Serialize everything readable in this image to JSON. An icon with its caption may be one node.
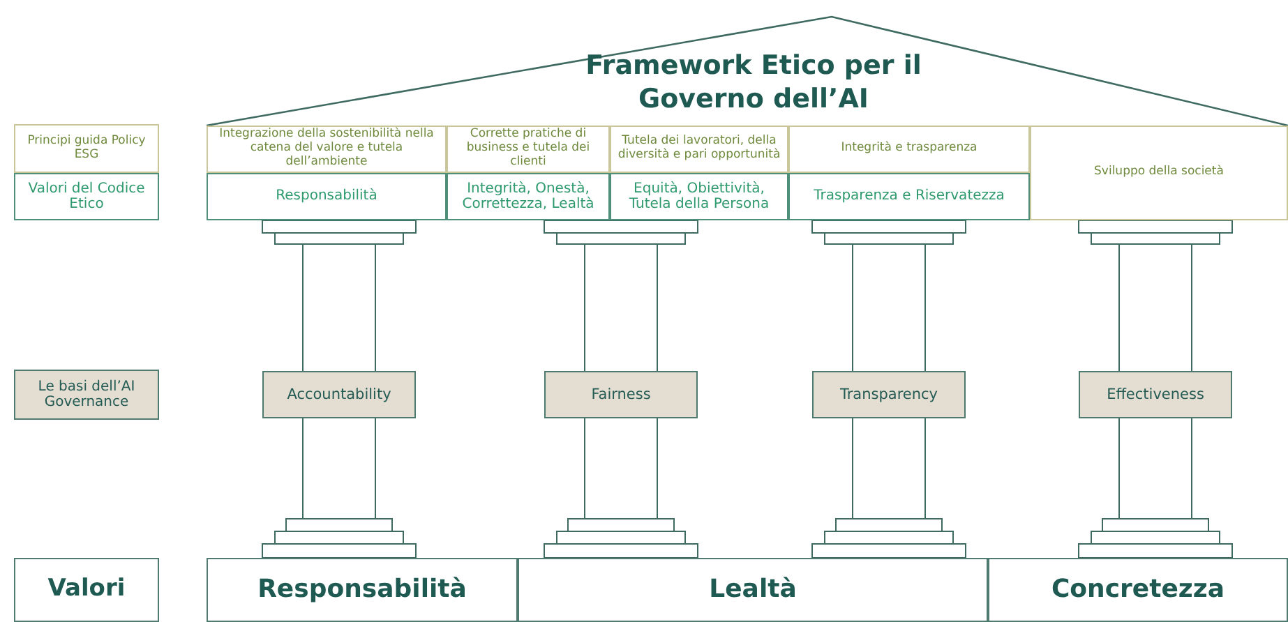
{
  "diagram": {
    "title": "Framework Etico per il Governo dell’AI",
    "nodes": [
      {
        "text": [
          "Principi guida Policy ESG"
        ]
      },
      {
        "text": [
          "Integrazione della sostenibilità nella catena del valore e tutela dell’ambiente"
        ]
      },
      {
        "text": [
          "Corrette pratiche di business e tutela dei clienti"
        ]
      },
      {
        "text": [
          "Tutela dei lavoratori, della diversità e pari opportunità"
        ]
      },
      {
        "text": [
          "Integrità e trasparenza"
        ]
      },
      {
        "text": [
          "Sviluppo della società"
        ]
      },
      {
        "text": [
          "Valori del Codice Etico"
        ]
      },
      {
        "text": [
          "Responsabilità"
        ]
      },
      {
        "text": [
          "Integrità, Onestà, Correttezza, Lealtà"
        ]
      },
      {
        "text": [
          "Equità, Obiettività, Tutela della Persona"
        ]
      },
      {
        "text": [
          "Trasparenza e Riservatezza"
        ]
      },
      {
        "text": [
          "Le basi dell’AI Governance"
        ]
      },
      {
        "text": [
          "Accountability"
        ]
      },
      {
        "text": [
          "Fairness"
        ]
      },
      {
        "text": [
          "Transparency"
        ]
      },
      {
        "text": [
          "Effectiveness"
        ]
      },
      {
        "text": [
          "Valori"
        ]
      },
      {
        "text": [
          "Responsabilità"
        ]
      },
      {
        "text": [
          "Lealtà"
        ]
      },
      {
        "text": [
          "Concretezza"
        ]
      }
    ]
  }
}
